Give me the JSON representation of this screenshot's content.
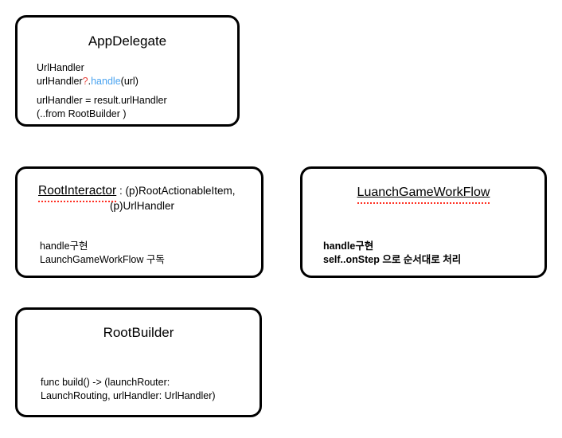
{
  "diagram": {
    "type": "flow-nodes",
    "background_color": "#ffffff",
    "node_border_color": "#000000",
    "accent_colors": {
      "optional_marker": "#e8413a",
      "method_name": "#4aa3f0",
      "spellcheck_underline": "#ff2f22"
    },
    "nodes": [
      {
        "id": "appdelegate",
        "title": "AppDelegate",
        "body_blocks": [
          {
            "lines": [
              "UrlHandler",
              "urlHandler?.handle(url)"
            ],
            "parts": {
              "line1": "UrlHandler",
              "line2_pre": "urlHandler",
              "line2_optional": "?",
              "line2_dot": ".",
              "line2_method": "handle",
              "line2_post": "(url)"
            }
          },
          {
            "lines": [
              " urlHandler = result.urlHandler",
              "(..from RootBuilder )"
            ]
          }
        ]
      },
      {
        "id": "rootinteractor",
        "title": "RootInteractor",
        "title_has_spell_error": true,
        "header_suffix_line1": " : (p)RootActionableItem,",
        "header_line2": "(p)UrlHandler",
        "body_lines": [
          "handle구현",
          "LaunchGameWorkFlow 구독"
        ]
      },
      {
        "id": "launchgameworkflow",
        "title": "LuanchGameWorkFlow",
        "title_has_spell_error": true,
        "body_lines": [
          "handle구현",
          "self..onStep 으로 순서대로 처리"
        ],
        "body_parts": {
          "line2_bold": "self..onStep",
          "line2_rest": " 으로 순서대로 처리"
        }
      },
      {
        "id": "rootbuilder",
        "title": "RootBuilder",
        "body_lines": [
          "func build() -> (launchRouter:",
          "LaunchRouting, urlHandler: UrlHandler)"
        ]
      }
    ]
  }
}
